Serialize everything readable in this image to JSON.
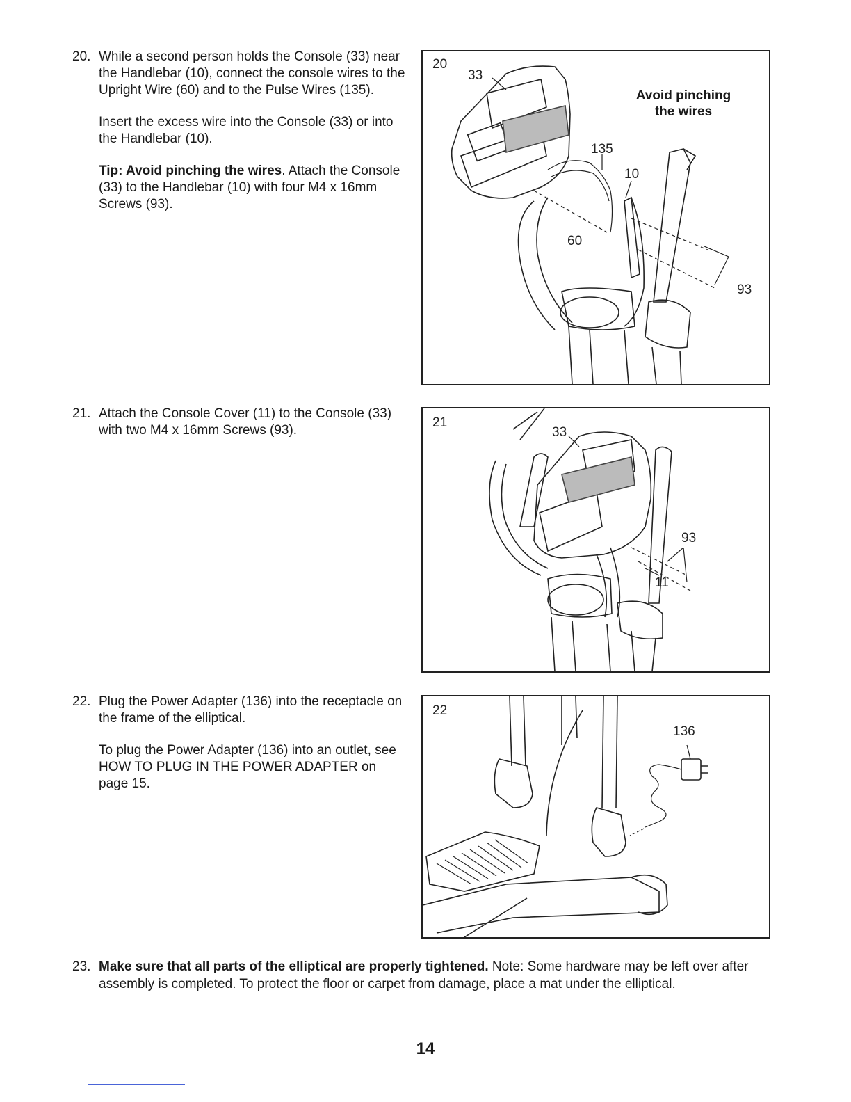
{
  "steps": [
    {
      "number": "20.",
      "paragraphs": [
        "While a second person holds the Console (33) near the Handlebar (10), connect the console wires to the Upright Wire (60) and to the Pulse Wires (135).",
        "Insert the excess wire into the Console (33) or into the Handlebar (10)."
      ],
      "tip_bold": "Tip: Avoid pinching the wires",
      "tip_rest": ". Attach the Console (33) to the Handlebar (10) with four M4 x 16mm Screws (93)."
    },
    {
      "number": "21.",
      "paragraphs": [
        "Attach the Console Cover (11) to the Console (33) with two M4 x 16mm Screws (93)."
      ]
    },
    {
      "number": "22.",
      "paragraphs": [
        "Plug the Power Adapter (136) into the receptacle on the frame of the elliptical.",
        "To plug the Power Adapter (136) into an outlet, see HOW TO PLUG IN THE POWER ADAPTER on page 15."
      ]
    },
    {
      "number": "23.",
      "bold": "Make sure that all parts of the elliptical are properly tightened.",
      "rest": " Note: Some hardware may be left over after assembly is completed. To protect the floor or carpet from damage, place a mat under the elliptical."
    }
  ],
  "figures": [
    {
      "id": "20",
      "callout_line1": "Avoid pinching",
      "callout_line2": "the wires",
      "labels": [
        "33",
        "135",
        "10",
        "60",
        "93"
      ]
    },
    {
      "id": "21",
      "labels": [
        "33",
        "93",
        "11"
      ]
    },
    {
      "id": "22",
      "labels": [
        "136"
      ]
    }
  ],
  "page_number": "14"
}
